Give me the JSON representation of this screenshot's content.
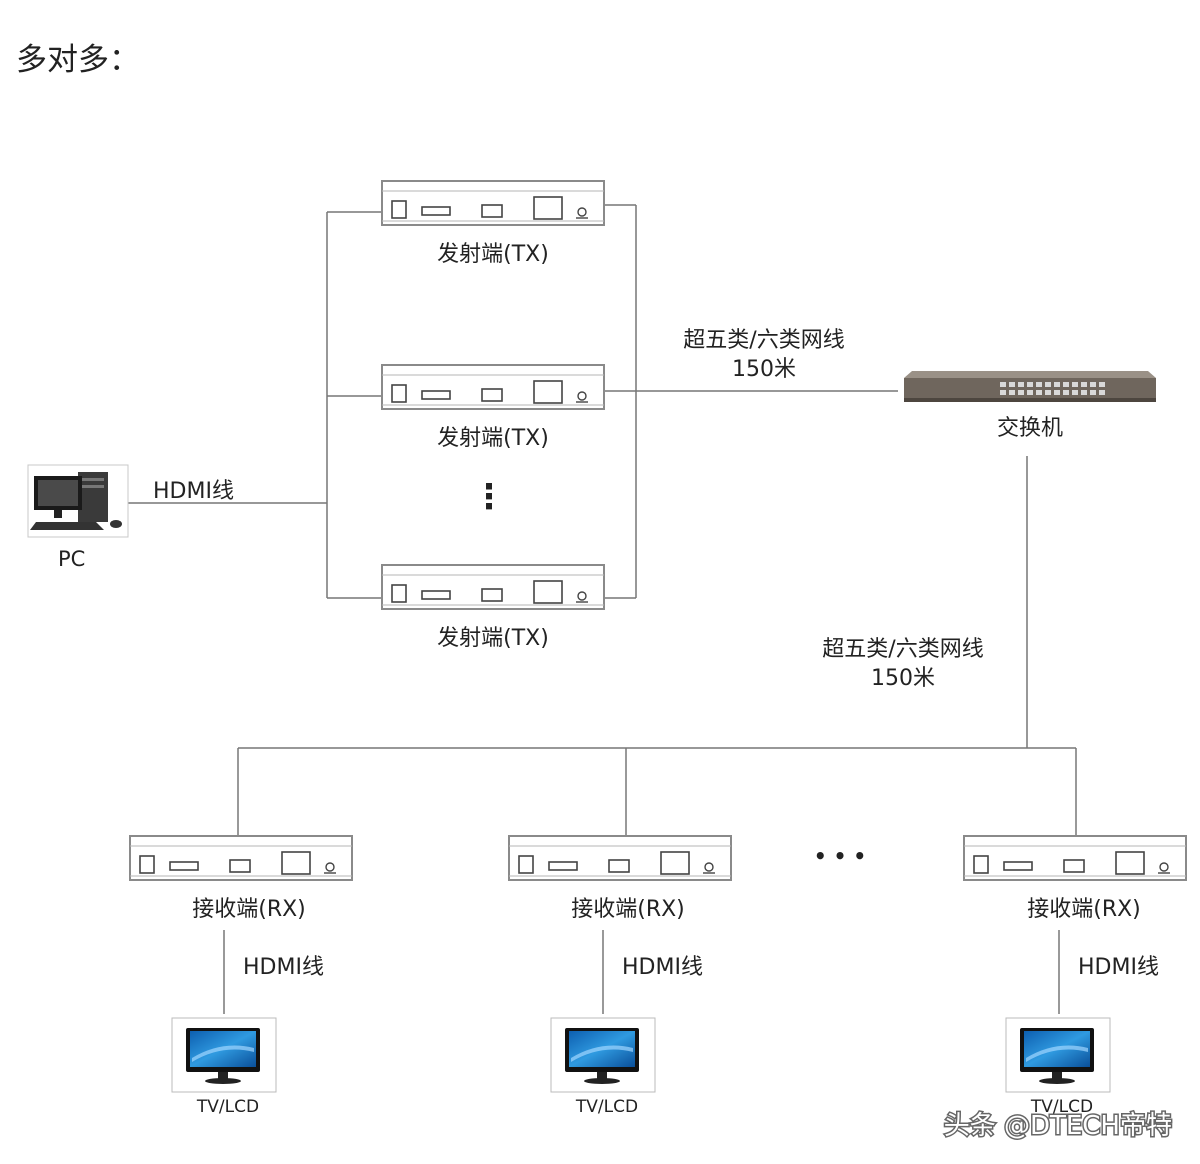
{
  "heading": "多对多：",
  "pc": {
    "label": "PC"
  },
  "hdmi_cable": "HDMI线",
  "transmitters": [
    {
      "label": "发射端(TX)"
    },
    {
      "label": "发射端(TX)"
    },
    {
      "label": "发射端(TX)"
    }
  ],
  "tx_ellipsis": "⋮",
  "network_cable": {
    "line1": "超五类/六类网线",
    "line2": "150米"
  },
  "switch": {
    "label": "交换机"
  },
  "network_cable_2": {
    "line1": "超五类/六类网线",
    "line2": "150米"
  },
  "receivers": [
    {
      "label": "接收端(RX)",
      "cable": "HDMI线",
      "display": "TV/LCD"
    },
    {
      "label": "接收端(RX)",
      "cable": "HDMI线",
      "display": "TV/LCD"
    },
    {
      "label": "接收端(RX)",
      "cable": "HDMI线",
      "display": "TV/LCD"
    }
  ],
  "rx_ellipsis": "• • •",
  "watermark": "头条 @DTECH帝特"
}
